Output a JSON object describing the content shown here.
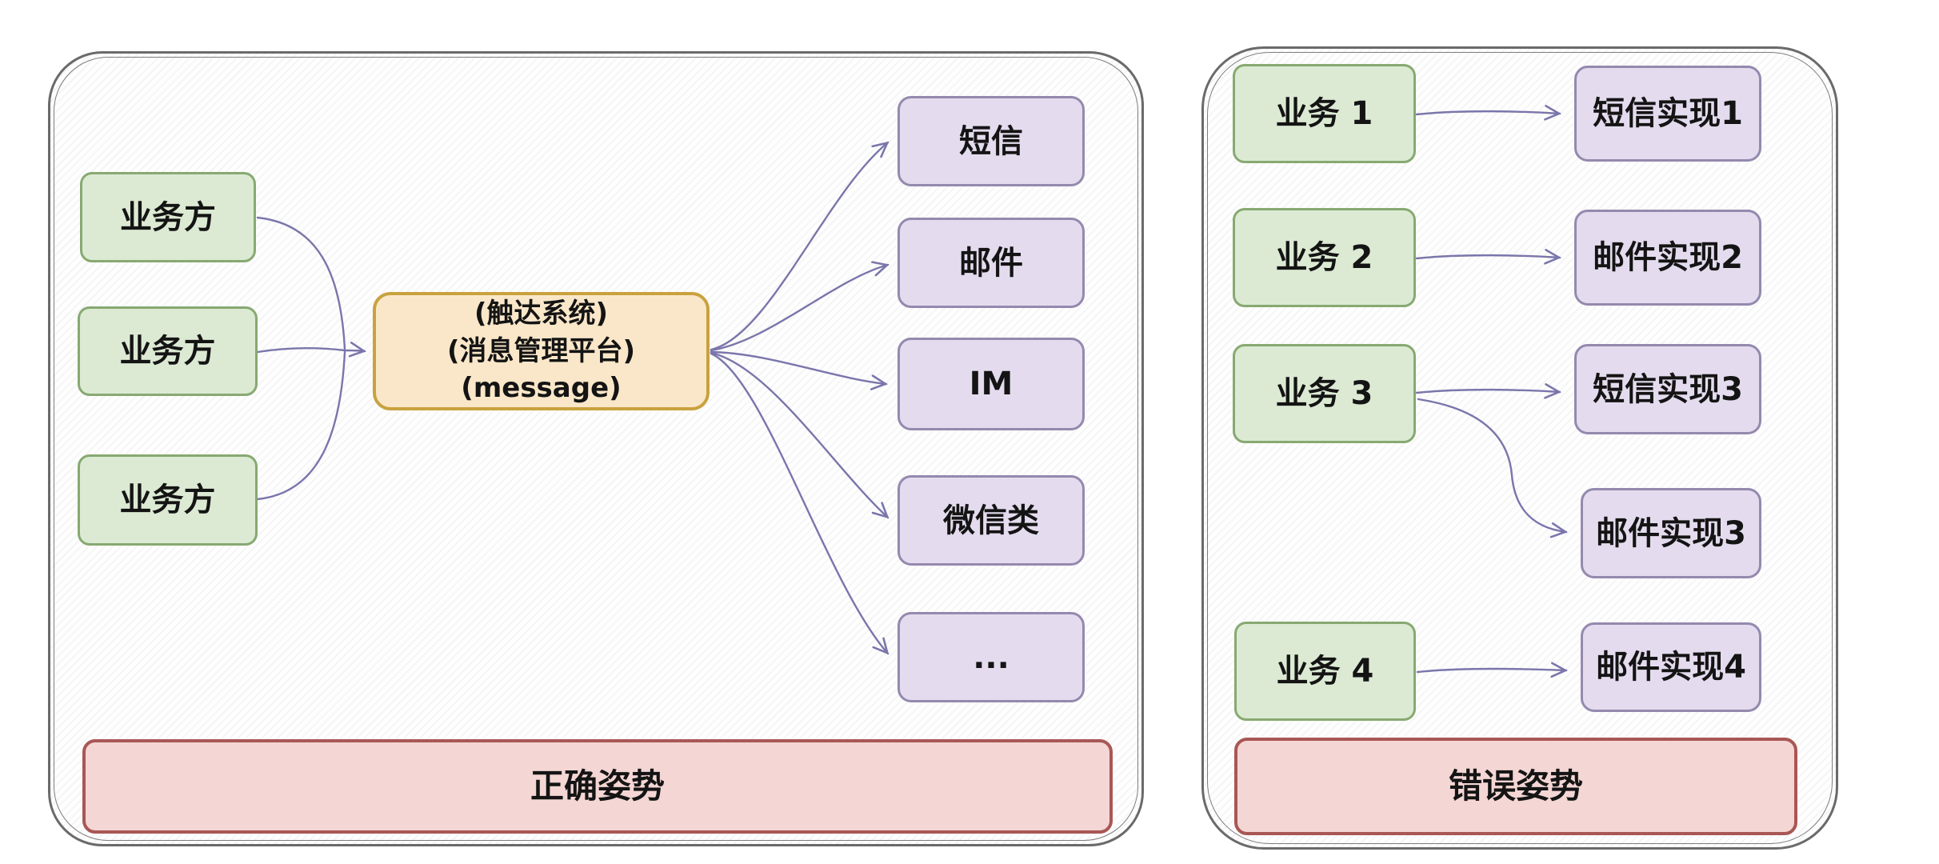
{
  "colors": {
    "green_fill": "#dcead3",
    "green_border": "#87a971",
    "purple_fill": "#e4dcee",
    "purple_border": "#9489ae",
    "orange_fill": "#fae7c9",
    "orange_border": "#c9a23f",
    "red_fill": "#f4d6d4",
    "red_border": "#a85755",
    "arrow_color": "#7a76ab",
    "panel_border": "#6a6a6a",
    "text_color": "#141414"
  },
  "panels": {
    "left": {
      "caption": "正确姿势",
      "sources": [
        {
          "label": "业务方"
        },
        {
          "label": "业务方"
        },
        {
          "label": "业务方"
        }
      ],
      "hub": {
        "lines": [
          "(触达系统)",
          "(消息管理平台)",
          "(message)"
        ]
      },
      "channels": [
        {
          "label": "短信"
        },
        {
          "label": "邮件"
        },
        {
          "label": "IM"
        },
        {
          "label": "微信类"
        },
        {
          "label": "..."
        }
      ]
    },
    "right": {
      "caption": "错误姿势",
      "services": [
        {
          "label": "业务 1"
        },
        {
          "label": "业务 2"
        },
        {
          "label": "业务 3"
        },
        {
          "label": "业务 4"
        }
      ],
      "implementations": [
        {
          "label": "短信实现1"
        },
        {
          "label": "邮件实现2"
        },
        {
          "label": "短信实现3"
        },
        {
          "label": "邮件实现3"
        },
        {
          "label": "邮件实现4"
        }
      ]
    }
  }
}
